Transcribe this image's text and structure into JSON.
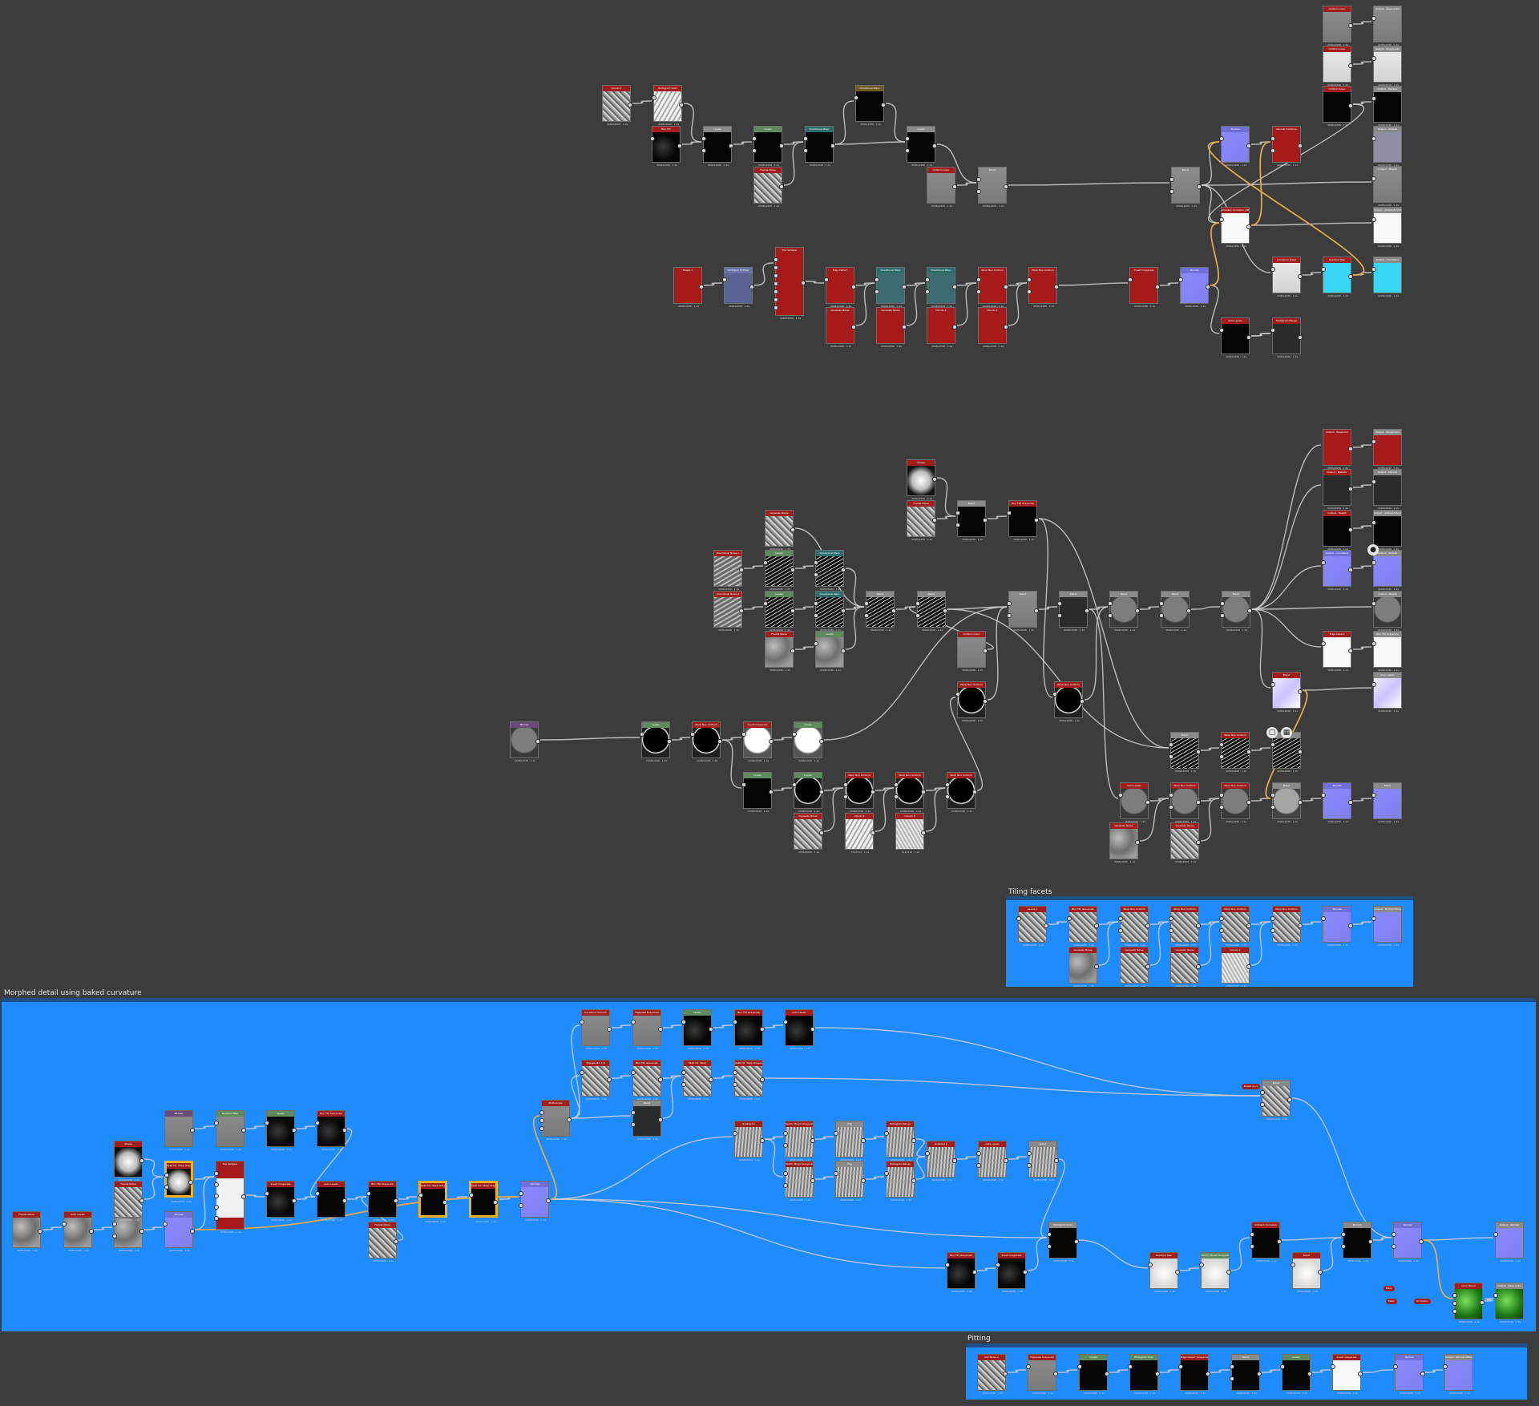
{
  "app": {
    "title": "Substance Designer — graph view"
  },
  "frames": {
    "tiling": {
      "title": "Tiling facets"
    },
    "morphed": {
      "title": "Morphed detail using baked curvature"
    },
    "pitting": {
      "title": "Pitting"
    }
  },
  "colors": {
    "canvas": "#3c3c3c",
    "frame": "#1e8cff",
    "selection": "#f2b01e",
    "connection": "#d0d0d0",
    "connection_hl": "#e2a84a"
  },
  "icons": {
    "badge1": "document-icon",
    "badge2": "graph-icon",
    "badge3": "pin-icon"
  },
  "nodes": {
    "uv_tile": {
      "title": "Clouds 2",
      "res": "4096x4096 · 1.2s"
    },
    "uv_hist": {
      "title": "Histogram Scan",
      "res": "4096x4096 · 1.2s"
    },
    "uv_dir": {
      "title": "Directional Warp",
      "res": "4096x4096 · 1.2s"
    },
    "uv_bw": {
      "title": "Blur HQ",
      "res": "4096x4096 · 1.2s"
    },
    "uv_lvl": {
      "title": "Levels",
      "res": "4096x4096 · 1.2s"
    },
    "uv_edge": {
      "title": "Levels",
      "res": "4096x4096 · 1.2s"
    },
    "uv_warp": {
      "title": "Directional Warp",
      "res": "4096x4096 · 1.2s"
    },
    "uv_lv2": {
      "title": "Levels",
      "res": "4096x4096 · 1.2s"
    },
    "uv_tn": {
      "title": "Fractal Noise",
      "res": "4096x4096 · 1.2s"
    },
    "uv_uc": {
      "title": "Uniform Color",
      "res": "4096x4096 · 1.2s"
    },
    "uv_bl": {
      "title": "Blend",
      "res": "4096x4096 · 1.2s"
    },
    "uv_bl2": {
      "title": "Blend",
      "res": "4096x4096 · 1.2s"
    },
    "o1a": {
      "title": "Uniform Color",
      "res": "4096x4096 · 1.2s"
    },
    "o1b": {
      "title": "Output - Base Color",
      "res": "4096x4096 · 1.2s"
    },
    "o2a": {
      "title": "Uniform Color",
      "res": "4096x4096 · 1.2s"
    },
    "o2b": {
      "title": "Output - Roughness",
      "res": "4096x4096 · 1.2s"
    },
    "o3a": {
      "title": "Uniform Color",
      "res": "4096x4096 · 1.2s"
    },
    "o3b": {
      "title": "Output - Metallic",
      "res": "4096x4096 · 1.2s"
    },
    "o4a": {
      "title": "Normal",
      "res": "4096x4096 · 1.2s"
    },
    "o4b": {
      "title": "Normal Combine",
      "res": "4096x4096 · 1.2s"
    },
    "o4c": {
      "title": "Output - Normal",
      "res": "4096x4096 · 1.2s"
    },
    "o5": {
      "title": "Output - Height",
      "res": "4096x4096 · 1.2s"
    },
    "o6a": {
      "title": "Ambient Occlusion (HBAO)",
      "res": "4096x4096 · 1.2s"
    },
    "o6b": {
      "title": "Output - Ambient Occlusion",
      "res": "4096x4096 · 1.2s"
    },
    "o7a": {
      "title": "Curvature Sobel",
      "res": "4096x4096 · 1.2s"
    },
    "o7b": {
      "title": "Gradient Map",
      "res": "4096x4096 · 1.2s"
    },
    "o7c": {
      "title": "Output - Curvature",
      "res": "4096x4096 · 1.2s"
    },
    "o8a": {
      "title": "Auto Levels",
      "res": "4096x4096 · 1.2s"
    },
    "o8b": {
      "title": "Histogram Range",
      "res": "4096x4096 · 1.2s"
    },
    "r1": {
      "title": "Shape 1",
      "res": "4096x4096 · 1.2s"
    },
    "r2": {
      "title": "Cartesian to Polar",
      "res": "4096x4096 · 1.2s"
    },
    "r3": {
      "title": "Tile Sampler",
      "res": "4096x4096 · 1.2s"
    },
    "r4": {
      "title": "Edge Detect",
      "res": "4096x4096 · 1.2s"
    },
    "r5": {
      "title": "Directional Warp",
      "res": "4096x4096 · 1.2s"
    },
    "r6": {
      "title": "Directional Warp",
      "res": "4096x4096 · 1.2s"
    },
    "r7": {
      "title": "Warp Non Uniform",
      "res": "4096x4096 · 1.2s"
    },
    "r8": {
      "title": "Warp Non Uniform",
      "res": "4096x4096 · 1.2s"
    },
    "r9": {
      "title": "Invert Grayscale",
      "res": "4096x4096 · 1.2s"
    },
    "r10": {
      "title": "Normal",
      "res": "4096x4096 · 1.2s"
    },
    "rb1": {
      "title": "Gaussian Noise",
      "res": "4096x4096 · 1.2s"
    },
    "rb2": {
      "title": "Gaussian Noise",
      "res": "4096x4096 · 1.2s"
    },
    "rb3": {
      "title": "Clouds 2",
      "res": "4096x4096 · 1.2s"
    },
    "rb4": {
      "title": "Clouds 1",
      "res": "4096x4096 · 1.2s"
    },
    "m1": {
      "title": "Shape",
      "res": "4096x4096 · 1.2s"
    },
    "m2": {
      "title": "Fractal Noise",
      "res": "4096x4096 · 1.2s"
    },
    "m3": {
      "title": "Blend",
      "res": "4096x4096 · 1.2s"
    },
    "m4": {
      "title": "Blur HQ Grayscale",
      "res": "4096x4096 · 1.2s"
    },
    "m5": {
      "title": "Gaussian Noise",
      "res": "4096x4096 · 1.2s"
    },
    "m6": {
      "title": "Directional Noise 1",
      "res": "4096x4096 · 1.2s"
    },
    "m7": {
      "title": "Levels",
      "res": "4096x4096 · 1.2s"
    },
    "m8": {
      "title": "Directional Warp",
      "res": "4096x4096 · 1.2s"
    },
    "m9": {
      "title": "Directional Noise 2",
      "res": "4096x4096 · 1.2s"
    },
    "m10": {
      "title": "Levels",
      "res": "4096x4096 · 1.2s"
    },
    "m11": {
      "title": "Directional Warp",
      "res": "4096x4096 · 1.2s"
    },
    "m12": {
      "title": "Fractal Noise",
      "res": "4096x4096 · 1.2s"
    },
    "m13": {
      "title": "Levels",
      "res": "4096x4096 · 1.2s"
    },
    "m14": {
      "title": "Blend",
      "res": "4096x4096 · 1.2s"
    },
    "m15": {
      "title": "Blend",
      "res": "4096x4096 · 1.2s"
    },
    "m16": {
      "title": "Blend",
      "res": "4096x4096 · 1.2s"
    },
    "m17": {
      "title": "Uniform Color",
      "res": "4096x4096 · 1.2s"
    },
    "m18": {
      "title": "Blend",
      "res": "4096x4096 · 1.2s"
    },
    "m19": {
      "title": "Blend",
      "res": "4096x4096 · 1.2s"
    },
    "m20": {
      "title": "Blend",
      "res": "4096x4096 · 1.2s"
    },
    "m21": {
      "title": "Blend",
      "res": "4096x4096 · 1.2s"
    },
    "m22": {
      "title": "Warp Non Uniform",
      "res": "4096x4096 · 1.2s"
    },
    "m23": {
      "title": "Warp Non Uniform",
      "res": "4096x4096 · 1.2s"
    },
    "m24": {
      "title": "Blend",
      "res": "4096x4096 · 1.2s"
    },
    "m25": {
      "title": "Warp Non Uniform",
      "res": "4096x4096 · 1.2s"
    },
    "m26": {
      "title": "Normal",
      "res": "4096x4096 · 1.2s"
    },
    "m27": {
      "title": "Edge Detect",
      "res": "4096x4096 · 1.2s"
    },
    "m28": {
      "title": "Blur HQ Grayscale",
      "res": "4096x4096 · 1.2s"
    },
    "m29": {
      "title": "Blend",
      "res": "4096x4096 · 1.2s"
    },
    "m30": {
      "title": "Auto Levels",
      "res": "4096x4096 · 1.2s"
    },
    "m31": {
      "title": "Warp Non Uniform",
      "res": "4096x4096 · 1.2s"
    },
    "m32": {
      "title": "Blend",
      "res": "4096x4096 · 1.2s"
    },
    "m33": {
      "title": "Normal",
      "res": "4096x4096 · 1.2s"
    },
    "m34": {
      "title": "Output - Basecolor",
      "res": "4096x4096 · 1.2s"
    },
    "m35": {
      "title": "Output - Roughness",
      "res": "4096x4096 · 1.2s"
    },
    "m36": {
      "title": "Output - Metallic",
      "res": "4096x4096 · 1.2s"
    },
    "m37": {
      "title": "Output - Normal",
      "res": "4096x4096 · 1.2s"
    },
    "m38": {
      "title": "Output - Height",
      "res": "4096x4096 · 1.2s"
    },
    "m39": {
      "title": "Output - Ambient Occlusion",
      "res": "4096x4096 · 1.2s"
    },
    "m40": {
      "title": "Output - Curvature",
      "res": "4096x4096 · 1.2s"
    },
    "m41": {
      "title": "Output - Normal",
      "res": "4096x4096 · 1.2s"
    },
    "m42": {
      "title": "Bitmap",
      "res": "2048x2048 · 1.2s"
    },
    "m43": {
      "title": "Levels",
      "res": "2048x2048 · 1.2s"
    },
    "m44": {
      "title": "Warp Non Uniform",
      "res": "2048x2048 · 1.2s"
    },
    "m45": {
      "title": "Invert Grayscale",
      "res": "2048x2048 · 1.2s"
    },
    "m46": {
      "title": "Levels",
      "res": "2048x2048 · 1.2s"
    },
    "m47": {
      "title": "Levels",
      "res": "2048x2048 · 1.2s"
    },
    "m48": {
      "title": "Levels",
      "res": "2048x2048 · 1.2s"
    },
    "m49": {
      "title": "Warp Non Uniform",
      "res": "2048x2048 · 1.2s"
    },
    "m50": {
      "title": "Warp Non Uniform",
      "res": "2048x2048 · 1.2s"
    },
    "m51": {
      "title": "Warp Non Uniform",
      "res": "2048x2048 · 1.2s"
    },
    "m52": {
      "title": "Gaussian Noise",
      "res": "4096x4096 · 1.2s"
    },
    "m53": {
      "title": "Clouds 2",
      "res": "512x512 · 1.2s"
    },
    "m54": {
      "title": "Clouds 3",
      "res": "512x512 · 1.2s"
    },
    "m55": {
      "title": "Auto Levels",
      "res": "4096x4096 · 1.2s"
    },
    "m56": {
      "title": "Warp Non Uniform",
      "res": "4096x4096 · 1.2s"
    },
    "m57": {
      "title": "Warp Non Uniform",
      "res": "4096x4096 · 1.2s"
    },
    "m58": {
      "title": "Blend",
      "res": "4096x4096 · 1.2s"
    },
    "m59": {
      "title": "Normal",
      "res": "4096x4096 · 1.2s"
    },
    "m60": {
      "title": "Output - Height",
      "res": "4096x4096 · 1.2s"
    },
    "m61": {
      "title": "Gaussian Noise",
      "res": "4096x4096 · 1.2s"
    },
    "m62": {
      "title": "Gaussian Noise",
      "res": "4096x4096 · 1.2s"
    },
    "m63": {
      "title": "Blend",
      "res": "4096x4096 · 1.2s"
    },
    "m64": {
      "title": "Warp Non Uniform",
      "res": "4096x4096 · 1.2s"
    },
    "m65": {
      "title": "Blend",
      "res": "4096x4096 · 1.2s"
    },
    "t1": {
      "title": "Levels 1",
      "res": "4096x4096 · 1.2s"
    },
    "t2": {
      "title": "Blur HQ Grayscale",
      "res": "4096x4096 · 1.2s"
    },
    "t3": {
      "title": "Warp Non Uniform",
      "res": "4096x4096 · 1.2s"
    },
    "t4": {
      "title": "Warp Non Uniform",
      "res": "4096x4096 · 1.2s"
    },
    "t5": {
      "title": "Warp Non Uniform",
      "res": "4096x4096 · 1.2s"
    },
    "t6": {
      "title": "Warp Non Uniform",
      "res": "4096x4096 · 1.2s"
    },
    "t7": {
      "title": "Normal",
      "res": "4096x4096 · 1.2s"
    },
    "t8": {
      "title": "Output - Normal Tiling",
      "res": "4096x4096 · 1.2s"
    },
    "t9": {
      "title": "Gaussian Noise",
      "res": "4096x4096 · 1.2s"
    },
    "t10": {
      "title": "Gaussian Noise",
      "res": "4096x4096 · 1.2s"
    },
    "t11": {
      "title": "Gaussian Noise",
      "res": "4096x4096 · 1.2s"
    },
    "t12": {
      "title": "Clouds 2",
      "res": "4096x4096 · 1.2s"
    },
    "b1": {
      "title": "Fractal Noise",
      "res": "4096x4096 · 1.2s"
    },
    "b2": {
      "title": "Auto Levels",
      "res": "4096x4096 · 1.2s"
    },
    "b3": {
      "title": "Blur HQ Grayscale",
      "res": "4096x4096 · 1.2s"
    },
    "b4": {
      "title": "Normal",
      "res": "4096x4096 · 1.2s"
    },
    "b5": {
      "title": "Shape",
      "res": "4096x4096 · 1.2s"
    },
    "b6": {
      "title": "Fractal Noise",
      "res": "4096x4096 · 1.2s"
    },
    "b7": {
      "title": "Multi Dir. Warp Grayscale",
      "res": "4096x4096 · 1.2s"
    },
    "b8": {
      "title": "Tile Sampler",
      "res": "4096x4096 · 1.2s"
    },
    "b9": {
      "title": "Bitmap",
      "res": "4096x4096 · 1.2s"
    },
    "b10": {
      "title": "Gradient Map",
      "res": "4096x4096 · 1.2s"
    },
    "b11": {
      "title": "Levels",
      "res": "4096x4096 · 1.2s"
    },
    "b12": {
      "title": "Blur HQ Grayscale",
      "res": "4096x4096 · 1.2s"
    },
    "b13": {
      "title": "Invert Grayscale",
      "res": "4096x4096 · 1.2s"
    },
    "b14": {
      "title": "Auto Levels",
      "res": "4096x4096 · 1.2s"
    },
    "b15": {
      "title": "Blur HQ Grayscale",
      "res": "4096x4096 · 1.2s"
    },
    "b16": {
      "title": "Multi Dir. Warp Grayscale",
      "res": "4096x4096 · 1.2s"
    },
    "b17": {
      "title": "Multi Dir. Warp Grayscale",
      "res": "4096x4096 · 1.2s"
    },
    "b18": {
      "title": "Fractal Noise",
      "res": "4096x4096 · 1.2s"
    },
    "b19": {
      "title": "Normal",
      "res": "4096x4096 · 1.2s"
    },
    "b20": {
      "title": "Multi-Angle",
      "res": "4096x4096 · 1.2s"
    },
    "b21": {
      "title": "Curvature Smooth",
      "res": "4096x4096 · 1.2s"
    },
    "b22": {
      "title": "Highpass Grayscale",
      "res": "4096x4096 · 1.2s"
    },
    "b23": {
      "title": "Levels",
      "res": "4096x4096 · 1.2s"
    },
    "b24": {
      "title": "Blur HQ Grayscale",
      "res": "4096x4096 · 1.2s"
    },
    "b25": {
      "title": "Auto Levels",
      "res": "4096x4096 · 1.2s"
    },
    "b26": {
      "title": "Triangle Bin 1.0",
      "res": "4096x4096 · 1.2s"
    },
    "b27": {
      "title": "Blur HQ Grayscale",
      "res": "4096x4096 · 1.2s"
    },
    "b28": {
      "title": "Multi Dir. Warp",
      "res": "4096x4096 · 1.2s"
    },
    "b29": {
      "title": "Multi Dir. Warp Grayscale",
      "res": "4096x4096 · 1.2s"
    },
    "b30": {
      "title": "Blend",
      "res": "4096x4096 · 1.2s"
    },
    "b31": {
      "title": "Gradient 2",
      "res": "4096x4096 · 1.2s"
    },
    "b32": {
      "title": "Vector Morph Grayscale",
      "res": "4096x4096 · 1.2s"
    },
    "b33": {
      "title": "Vector Morph Grayscale",
      "res": "4096x4096 · 1.2s"
    },
    "b34": {
      "title": "Flip",
      "res": "4096x4096 · 1.2s"
    },
    "b35": {
      "title": "Flip",
      "res": "4096x4096 · 1.2s"
    },
    "b36": {
      "title": "Histogram Range",
      "res": "4096x4096 · 1.2s"
    },
    "b37": {
      "title": "Histogram Range",
      "res": "4096x4096 · 1.2s"
    },
    "b38": {
      "title": "Gradient 2",
      "res": "4096x4096 · 1.2s"
    },
    "b39": {
      "title": "Auto Levels",
      "res": "4096x4096 · 1.2s"
    },
    "b40": {
      "title": "Blend",
      "res": "4096x4096 · 1.2s"
    },
    "b41": {
      "title": "Blend",
      "res": "4096x4096 · 1.2s"
    },
    "b42": {
      "title": "Histogram Scan",
      "res": "4096x4096 · 1.2s"
    },
    "b43": {
      "title": "Blur HQ Grayscale",
      "res": "4096x4096 · 1.2s"
    },
    "b44": {
      "title": "Invert Grayscale",
      "res": "4096x4096 · 1.2s"
    },
    "b45": {
      "title": "Gradient Map",
      "res": "4096x4096 · 1.2s"
    },
    "b46": {
      "title": "Vector Morph Grayscale",
      "res": "4096x4096 · 1.2s"
    },
    "b47": {
      "title": "Ambient Occlusion",
      "res": "4096x4096 · 1.2s"
    },
    "b48": {
      "title": "Blend",
      "res": "4096x4096 · 1.2s"
    },
    "b49": {
      "title": "Normal",
      "res": "4096x4096 · 1.2s"
    },
    "b50": {
      "title": "Normal",
      "res": "4096x4096 · 1.2s"
    },
    "b51": {
      "title": "Output - Normal",
      "res": "4096x4096 · 1.2s"
    },
    "b52": {
      "title": "Color Blend",
      "res": "4096x4096 · 1.2s"
    },
    "b53": {
      "title": "Output - Base Color",
      "res": "4096x4096 · 1.2s"
    },
    "p1": {
      "title": "Cell Noise 1",
      "res": "4096x4096 · 1.2s"
    },
    "p2": {
      "title": "Highpass Grayscale",
      "res": "4096x4096 · 1.2s"
    },
    "p3": {
      "title": "Levels",
      "res": "4096x4096 · 1.2s"
    },
    "p4": {
      "title": "Histogram Scan",
      "res": "4096x4096 · 1.2s"
    },
    "p5": {
      "title": "Edge Detect (Grayscale)",
      "res": "4096x4096 · 1.2s"
    },
    "p6": {
      "title": "Blend",
      "res": "4096x4096 · 1.2s"
    },
    "p7": {
      "title": "Levels",
      "res": "4096x4096 · 1.2s"
    },
    "p8": {
      "title": "Invert Grayscale",
      "res": "4096x4096 · 1.2s"
    },
    "p9": {
      "title": "Normal",
      "res": "4096x4096 · 1.2s"
    },
    "p10": {
      "title": "Output - Normal Pitting",
      "res": "4096x4096 · 1.2s"
    }
  },
  "mini_tags": {
    "t1": "Baked Curv",
    "t2": "Mask",
    "t3": "Mask",
    "t4": "Occlusion"
  }
}
